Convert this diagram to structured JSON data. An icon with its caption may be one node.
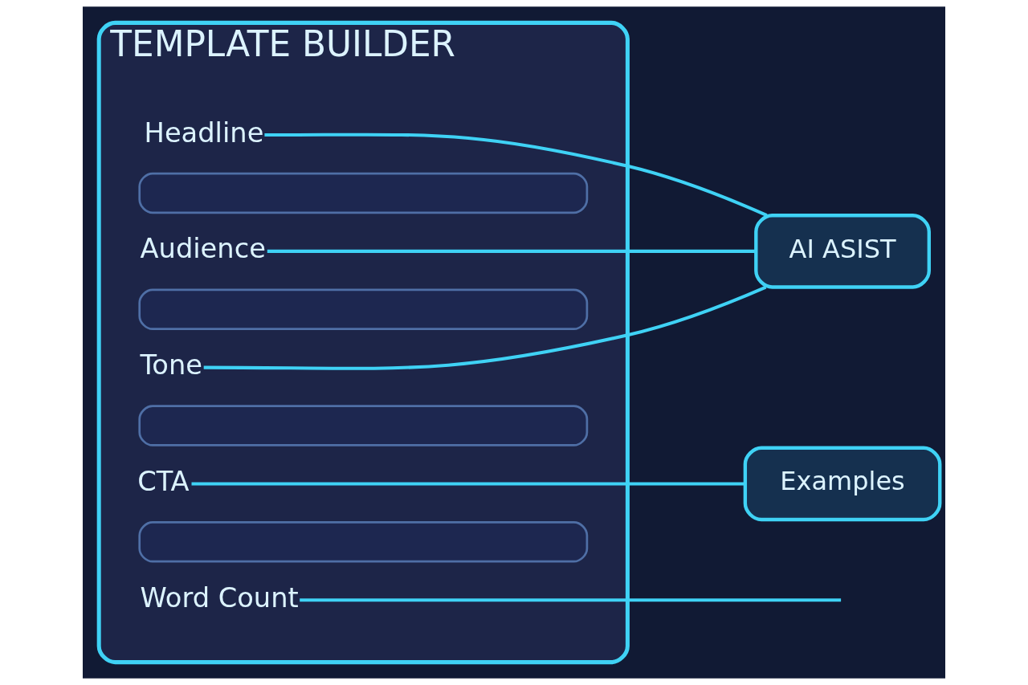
{
  "diagram": {
    "nodes": [
      {
        "text": [
          "TEMPLATE BUILDER"
        ]
      },
      {
        "text": [
          "Headline"
        ],
        "in": 0
      },
      {
        "text": [],
        "shape": "box",
        "in": 0
      },
      {
        "text": [
          "Audience"
        ],
        "in": 0
      },
      {
        "text": [],
        "shape": "box",
        "in": 0
      },
      {
        "text": [
          "Tone"
        ],
        "in": 0
      },
      {
        "text": [],
        "shape": "box",
        "in": 0
      },
      {
        "text": [
          "CTA"
        ],
        "in": 0
      },
      {
        "text": [],
        "shape": "box",
        "in": 0
      },
      {
        "text": [
          "Word Count"
        ],
        "in": 0
      },
      {
        "text": [
          "AI ASIST"
        ]
      },
      {
        "text": [
          "Examples"
        ]
      }
    ],
    "edges": [
      {
        "from": 1,
        "to": 10,
        "arrow": "none"
      },
      {
        "from": 3,
        "to": 10,
        "arrow": "none"
      },
      {
        "from": 5,
        "to": 10,
        "arrow": "none"
      },
      {
        "from": 7,
        "to": 11,
        "arrow": "none"
      },
      {
        "from": 9,
        "to": null,
        "arrow": "none"
      }
    ]
  }
}
